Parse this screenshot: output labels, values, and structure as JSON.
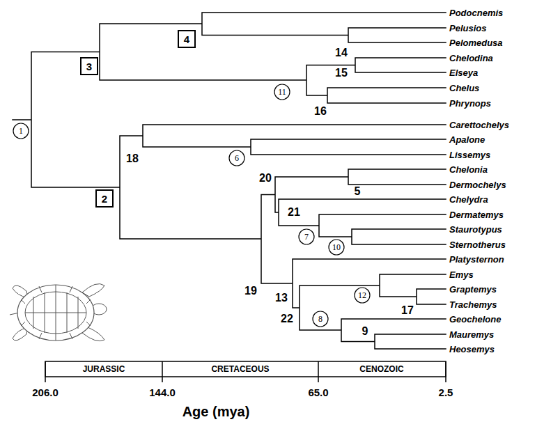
{
  "diagram": {
    "nodes": [
      {
        "text": [
          "4"
        ]
      },
      {
        "text": [
          "3"
        ]
      },
      {
        "text": [
          "11"
        ]
      },
      {
        "text": [
          "1"
        ]
      },
      {
        "text": [
          "6"
        ]
      },
      {
        "text": [
          "2"
        ]
      },
      {
        "text": [
          "7"
        ]
      },
      {
        "text": [
          "10"
        ]
      },
      {
        "text": [
          "12"
        ]
      },
      {
        "text": [
          "8"
        ]
      }
    ],
    "labels": [
      "Podocnemis",
      "Pelusios",
      "Pelomedusa",
      "Chelodina",
      "Elseya",
      "Chelus",
      "Phrynops",
      "Carettochelys",
      "Apalone",
      "Lissemys",
      "Chelonia",
      "Dermochelys",
      "Chelydra",
      "Dermatemys",
      "Staurotypus",
      "Sternotherus",
      "Platysternon",
      "Emys",
      "Graptemys",
      "Trachemys",
      "Geochelone",
      "Mauremys",
      "Heosemys",
      "14",
      "15",
      "16",
      "18",
      "20",
      "5",
      "21",
      "19",
      "13",
      "22",
      "17",
      "9",
      "JURASSIC",
      "CRETACEOUS",
      "CENOZOIC",
      "206.0",
      "144.0",
      "65.0",
      "2.5",
      "Age (mya)"
    ]
  }
}
